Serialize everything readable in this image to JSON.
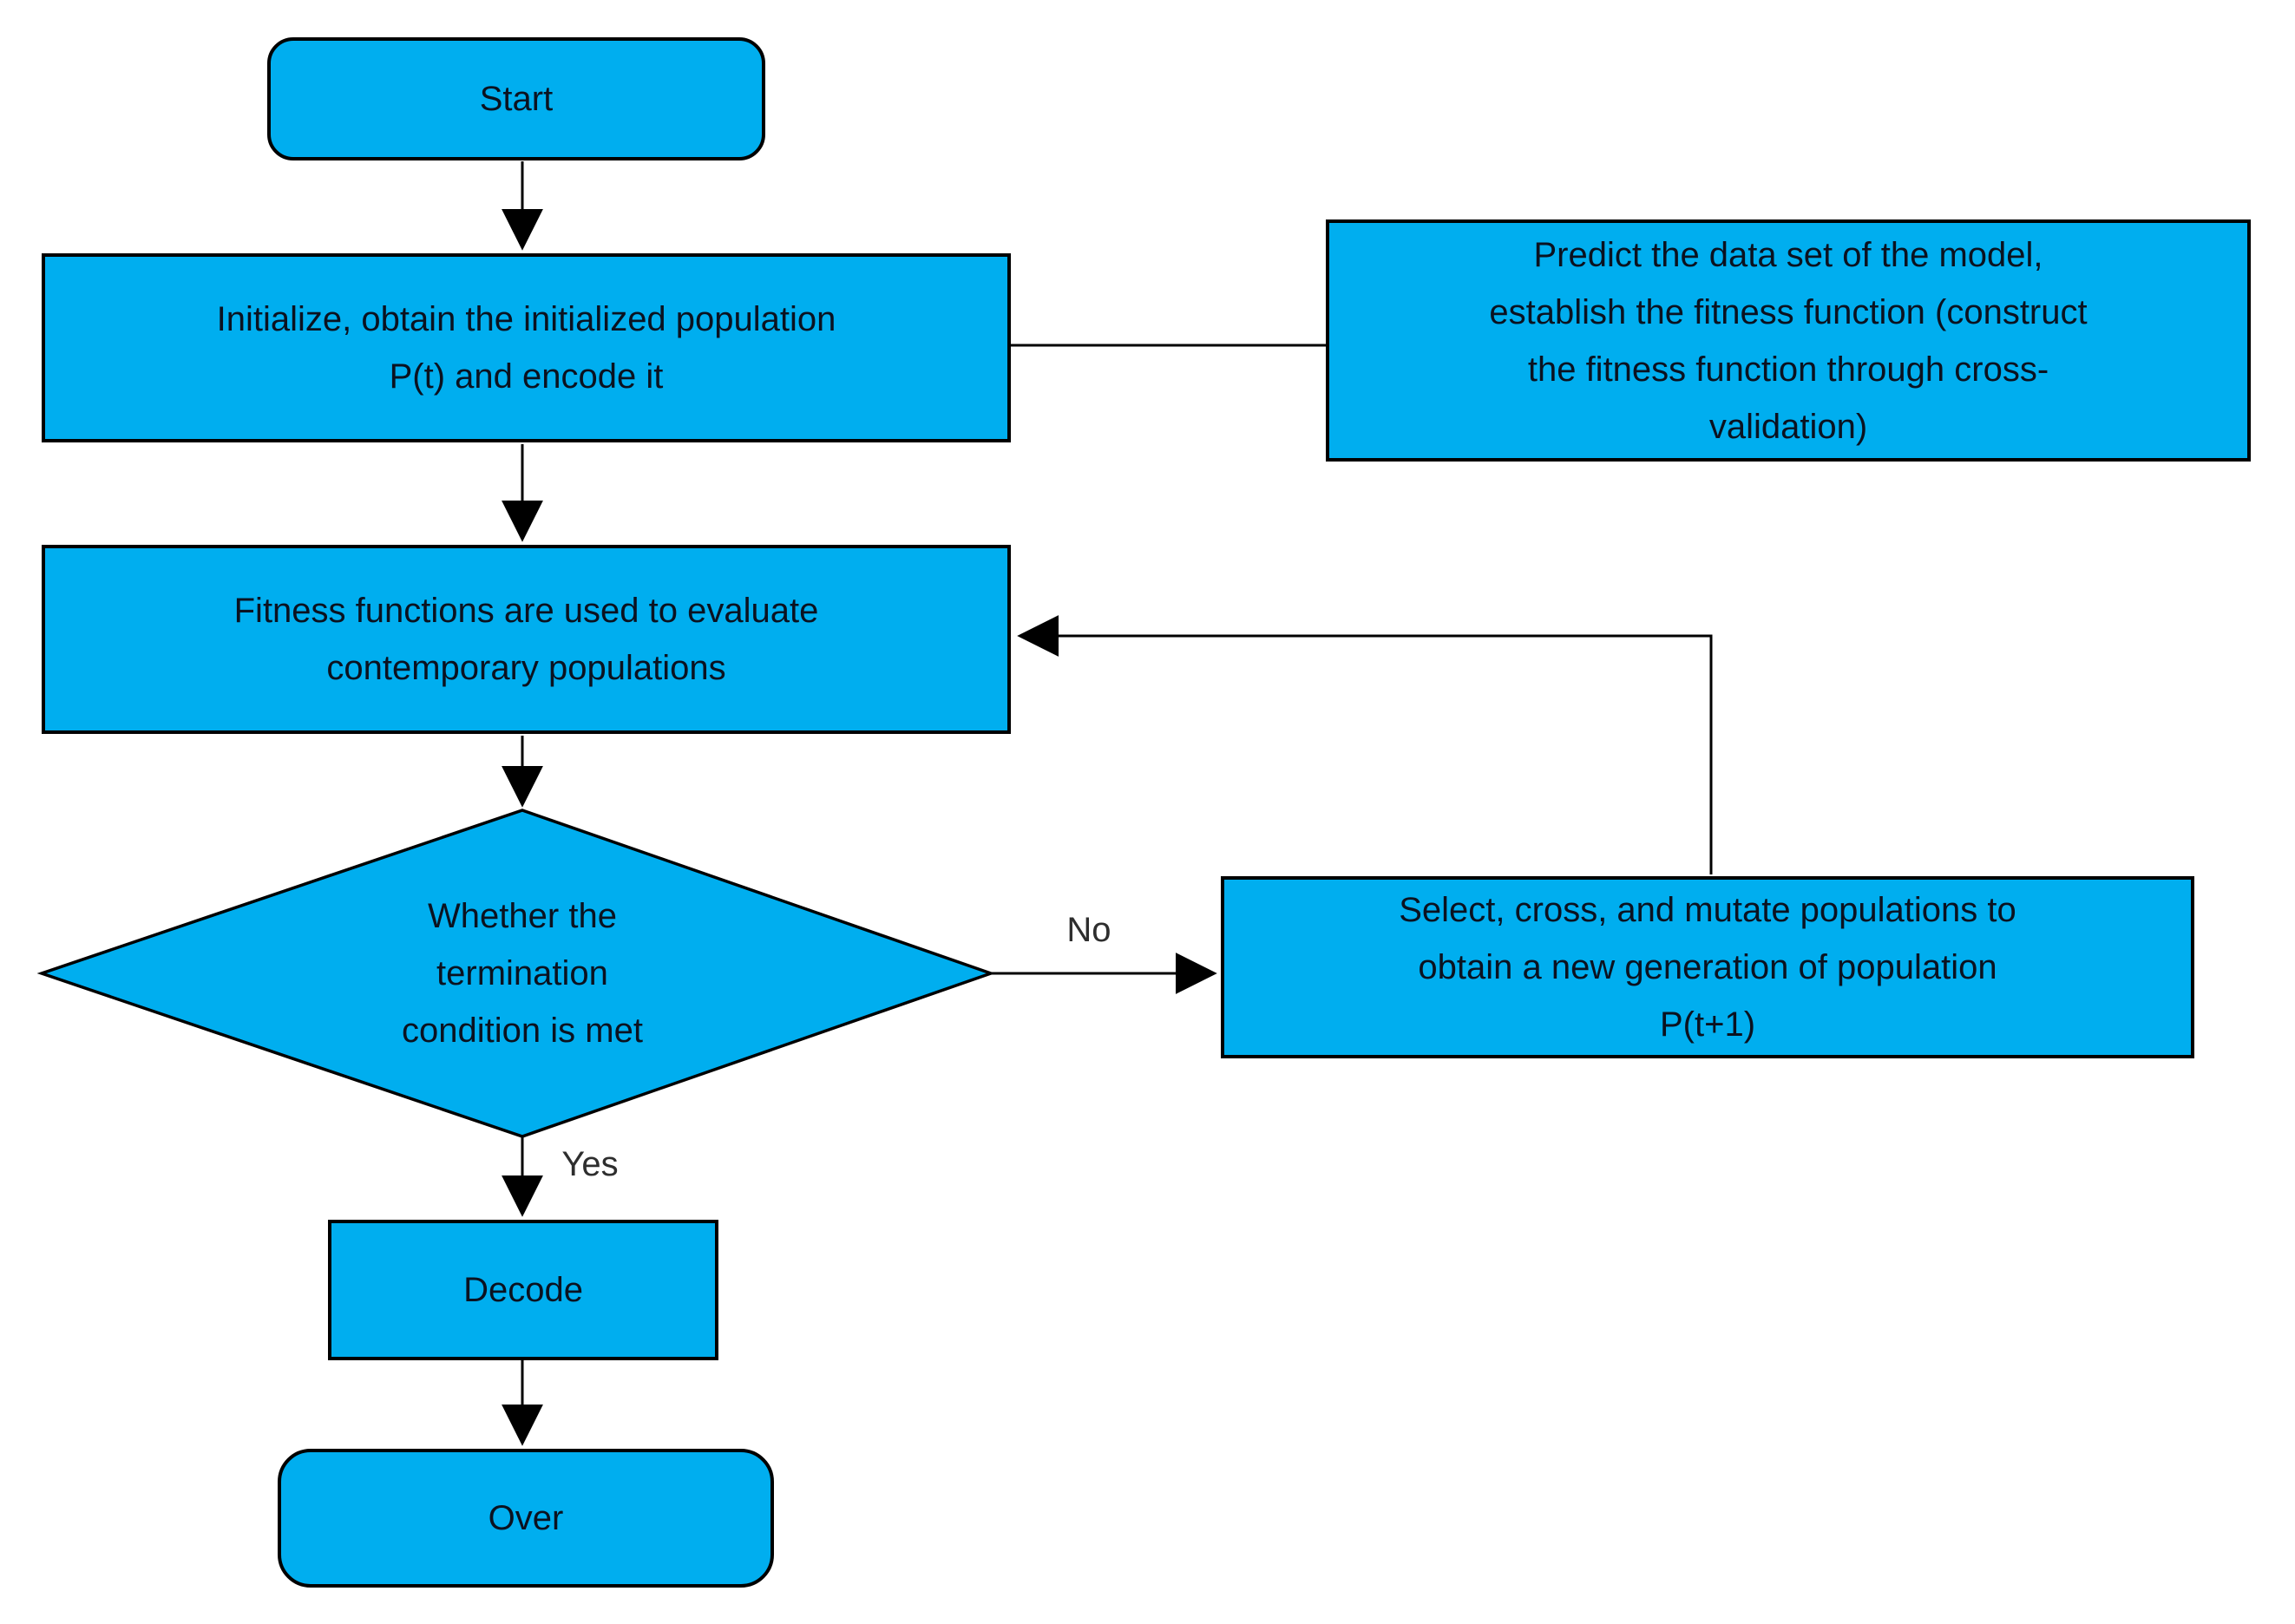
{
  "colors": {
    "node_fill": "#00AEEF",
    "node_border": "#000000",
    "edge": "#000000",
    "node_text": "#0B1220",
    "edge_label_text": "#2E2E2E",
    "background": "#FFFFFF"
  },
  "nodes": {
    "start": {
      "label": "Start",
      "shape": "rounded-rectangle"
    },
    "initialize": {
      "label": "Initialize, obtain the initialized population\nP(t) and encode it",
      "shape": "rectangle"
    },
    "predict": {
      "label": "Predict the data set of the model,\nestablish the fitness function (construct\nthe fitness function through cross-\nvalidation)",
      "shape": "rectangle"
    },
    "fitness": {
      "label": "Fitness functions are used to evaluate\ncontemporary populations",
      "shape": "rectangle"
    },
    "decision": {
      "label": "Whether the\ntermination\ncondition is met",
      "shape": "diamond"
    },
    "select": {
      "label": "Select, cross, and mutate populations to\nobtain a new generation of population\nP(t+1)",
      "shape": "rectangle"
    },
    "decode": {
      "label": "Decode",
      "shape": "rectangle"
    },
    "over": {
      "label": "Over",
      "shape": "rounded-rectangle"
    }
  },
  "edge_labels": {
    "no": "No",
    "yes": "Yes"
  }
}
